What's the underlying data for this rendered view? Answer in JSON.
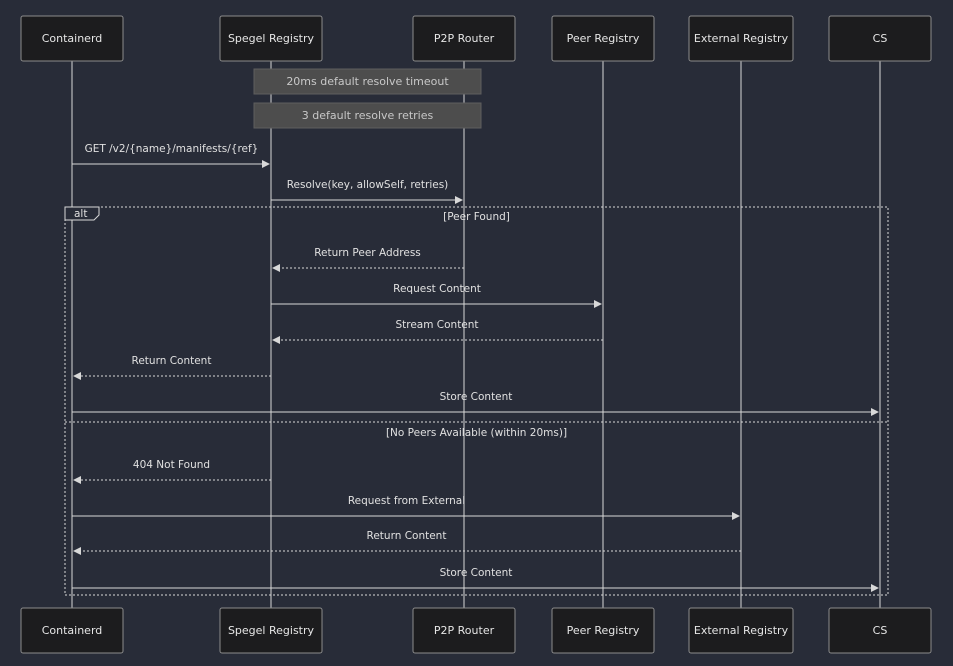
{
  "actors": [
    {
      "id": "containerd",
      "label": "Containerd"
    },
    {
      "id": "spegel",
      "label": "Spegel Registry"
    },
    {
      "id": "router",
      "label": "P2P Router"
    },
    {
      "id": "peer",
      "label": "Peer Registry"
    },
    {
      "id": "external",
      "label": "External Registry"
    },
    {
      "id": "cs",
      "label": "CS"
    }
  ],
  "notes": [
    {
      "text": "20ms default resolve timeout",
      "over": [
        "spegel",
        "router"
      ]
    },
    {
      "text": "3 default resolve retries",
      "over": [
        "spegel",
        "router"
      ]
    }
  ],
  "messages": [
    {
      "from": "containerd",
      "to": "spegel",
      "text": "GET /v2/{name}/manifests/{ref}",
      "style": "solid"
    },
    {
      "from": "spegel",
      "to": "router",
      "text": "Resolve(key, allowSelf, retries)",
      "style": "solid"
    },
    {
      "from": "router",
      "to": "spegel",
      "text": "Return Peer Address",
      "style": "dotted"
    },
    {
      "from": "spegel",
      "to": "peer",
      "text": "Request Content",
      "style": "solid"
    },
    {
      "from": "peer",
      "to": "spegel",
      "text": "Stream Content",
      "style": "dotted"
    },
    {
      "from": "spegel",
      "to": "containerd",
      "text": "Return Content",
      "style": "dotted"
    },
    {
      "from": "containerd",
      "to": "cs",
      "text": "Store Content",
      "style": "solid"
    },
    {
      "from": "spegel",
      "to": "containerd",
      "text": "404 Not Found",
      "style": "dotted"
    },
    {
      "from": "containerd",
      "to": "external",
      "text": "Request from External",
      "style": "solid"
    },
    {
      "from": "external",
      "to": "containerd",
      "text": "Return Content",
      "style": "dotted"
    },
    {
      "from": "containerd",
      "to": "cs",
      "text": "Store Content",
      "style": "solid"
    }
  ],
  "alt_block": {
    "label": "alt",
    "sections": [
      {
        "condition": "[Peer Found]"
      },
      {
        "condition": "[No Peers Available (within 20ms)]"
      }
    ]
  }
}
